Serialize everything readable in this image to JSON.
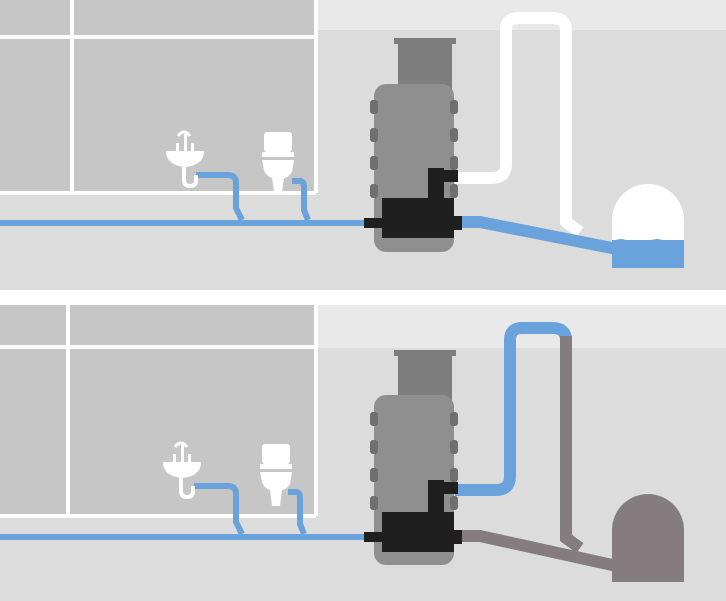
{
  "colors": {
    "background": "#ffffff",
    "ground": "#dcdcdc",
    "basement": "#c6c6c6",
    "basement_grid": "#ffffff",
    "tank_neck": "#7d7d7d",
    "tank_body": "#8f8f8f",
    "tank_rib": "#6f6f6f",
    "pump": "#1f1f1f",
    "wastewater_pipe": "#6aa2dc",
    "pressure_pipe_top": "#ffffff",
    "sewer_pipe_bottom": "#857c7f",
    "fixture": "#ffffff",
    "water": "#6aa2dc"
  },
  "panels": [
    {
      "name": "top-panel",
      "state": "pump-idle",
      "sink_icon": "sink-icon",
      "toilet_icon": "toilet-icon",
      "pump_icon": "lifting-pump-icon",
      "outlet_icon": "sewer-chamber-icon",
      "outlet_filled_with_water": true
    },
    {
      "name": "bottom-panel",
      "state": "pump-active",
      "sink_icon": "sink-icon",
      "toilet_icon": "toilet-icon",
      "pump_icon": "lifting-pump-icon",
      "outlet_icon": "sewer-chamber-icon",
      "outlet_filled_with_water": false
    }
  ]
}
